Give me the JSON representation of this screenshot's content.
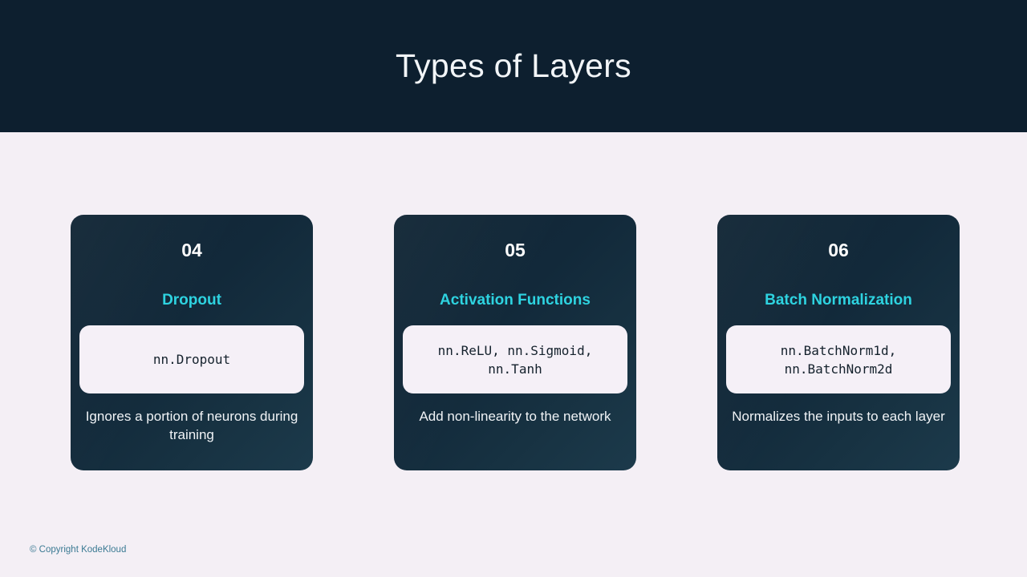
{
  "slide": {
    "title": "Types of Layers",
    "background_color": "#f4eff5",
    "header_color": "#0d1f2f",
    "accent_color": "#2ed3e0"
  },
  "cards": [
    {
      "number": "04",
      "heading": "Dropout",
      "code": "nn.Dropout",
      "description": "Ignores a portion of neurons during training"
    },
    {
      "number": "05",
      "heading": "Activation Functions",
      "code": "nn.ReLU, nn.Sigmoid,\nnn.Tanh",
      "description": "Add non-linearity to the network"
    },
    {
      "number": "06",
      "heading": "Batch Normalization",
      "code": "nn.BatchNorm1d,\nnn.BatchNorm2d",
      "description": "Normalizes the inputs to each layer"
    }
  ],
  "footer": {
    "copyright": "© Copyright KodeKloud"
  }
}
